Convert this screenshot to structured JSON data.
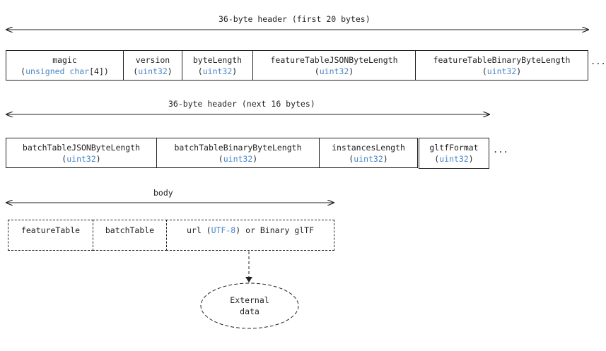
{
  "row1": {
    "label": "36-byte header (first 20 bytes)",
    "cells": [
      {
        "name": "magic",
        "type": "unsigned char",
        "suffix": "[4]"
      },
      {
        "name": "version",
        "type": "uint32"
      },
      {
        "name": "byteLength",
        "type": "uint32"
      },
      {
        "name": "featureTableJSONByteLength",
        "type": "uint32"
      },
      {
        "name": "featureTableBinaryByteLength",
        "type": "uint32"
      }
    ],
    "ellipsis": "..."
  },
  "row2": {
    "label": "36-byte header (next 16 bytes)",
    "cells": [
      {
        "name": "batchTableJSONByteLength",
        "type": "uint32"
      },
      {
        "name": "batchTableBinaryByteLength",
        "type": "uint32"
      },
      {
        "name": "instancesLength",
        "type": "uint32"
      },
      {
        "name": "gltfFormat",
        "type": "uint32"
      }
    ],
    "ellipsis": "..."
  },
  "row3": {
    "label": "body",
    "cells": [
      {
        "name": "featureTable"
      },
      {
        "name": "batchTable"
      },
      {
        "prefix": "url (",
        "type": "UTF-8",
        "rest": ") or Binary glTF"
      }
    ]
  },
  "external": {
    "line1": "External",
    "line2": "data"
  },
  "colors": {
    "line": "#222222",
    "type_text": "#4a86c8"
  }
}
